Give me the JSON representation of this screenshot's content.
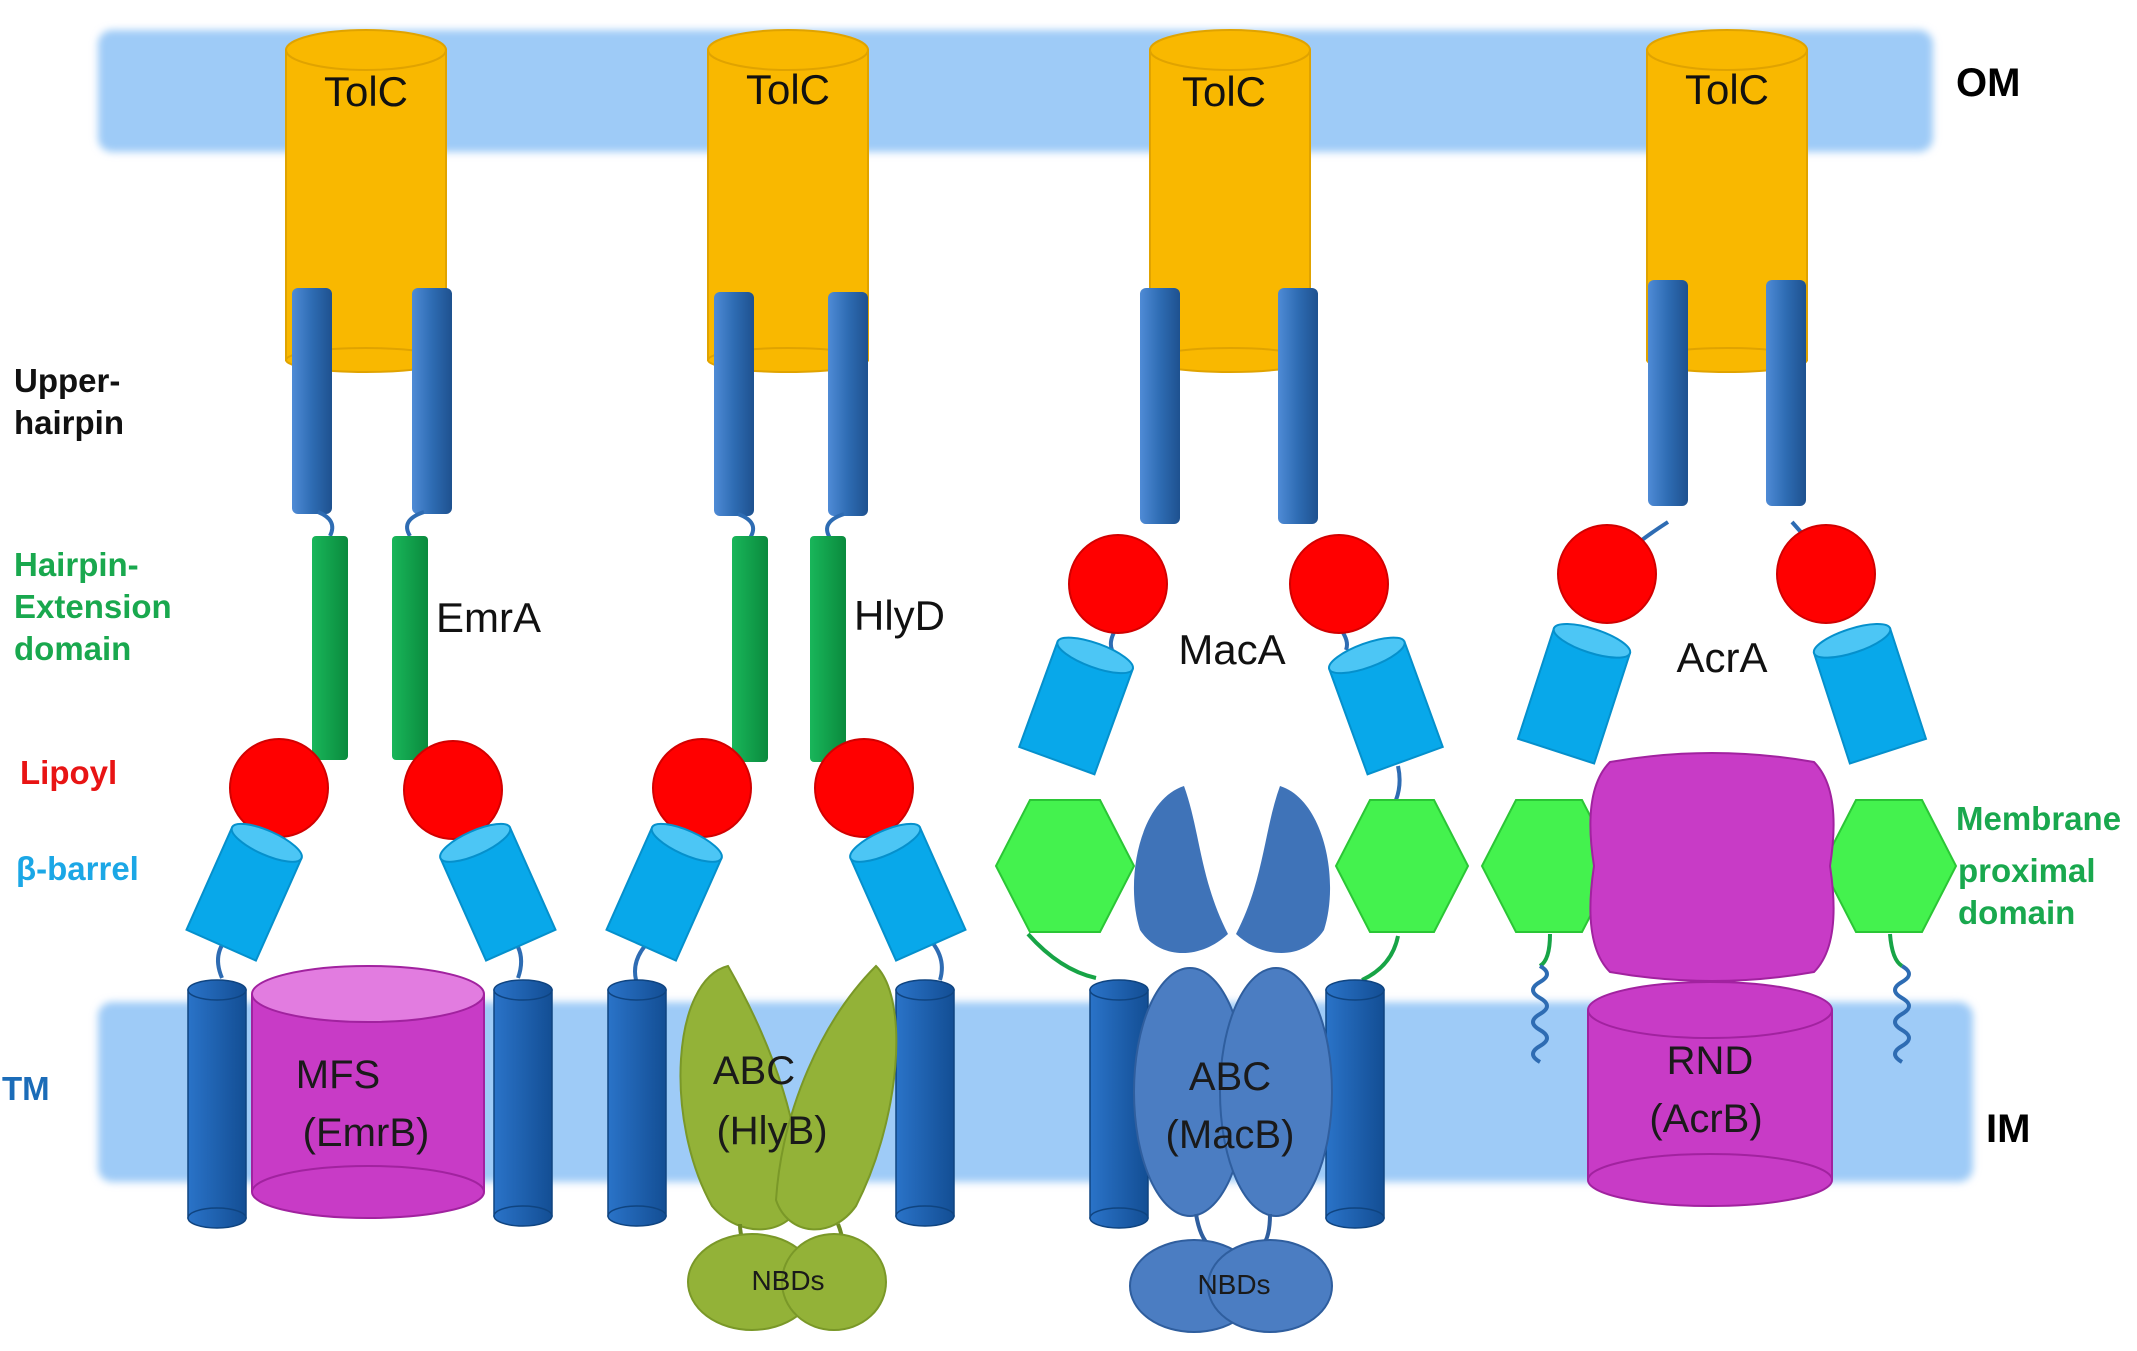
{
  "membranes": {
    "outer": "OM",
    "inner": "IM"
  },
  "side_labels": {
    "upper_hairpin": [
      "Upper-",
      "hairpin"
    ],
    "hairpin_extension": [
      "Hairpin-",
      "Extension",
      "domain"
    ],
    "lipoyl": "Lipoyl",
    "beta_barrel": "β-barrel",
    "tm": "TM",
    "membrane_proximal": [
      "Membrane",
      "proximal",
      "domain"
    ]
  },
  "systems": [
    {
      "outer": "TolC",
      "adaptor": "EmrA",
      "transporter": [
        "MFS",
        "(EmrB)"
      ]
    },
    {
      "outer": "TolC",
      "adaptor": "HlyD",
      "transporter": [
        "ABC",
        "(HlyB)"
      ],
      "nbd": "NBDs"
    },
    {
      "outer": "TolC",
      "adaptor": "MacA",
      "transporter": [
        "ABC",
        "(MacB)"
      ],
      "nbd": "NBDs"
    },
    {
      "outer": "TolC",
      "adaptor": "AcrA",
      "transporter": [
        "RND",
        "(AcrB)"
      ]
    }
  ],
  "colors": {
    "membrane": "#9ECBF7",
    "tolc": "#F9B800",
    "hairpin": "#2E6CB3",
    "extension": "#0FA04A",
    "lipoyl": "#FF0000",
    "barrel": "#08A8EA",
    "mp_domain": "#44F24E",
    "purple": "#C83BC6",
    "abc_green": "#93B238",
    "abc_blue": "#4B7DC2",
    "label_green": "#19A84E",
    "label_red": "#E81414",
    "label_cyan": "#1BA7E6",
    "label_blue": "#1B6CB8"
  }
}
